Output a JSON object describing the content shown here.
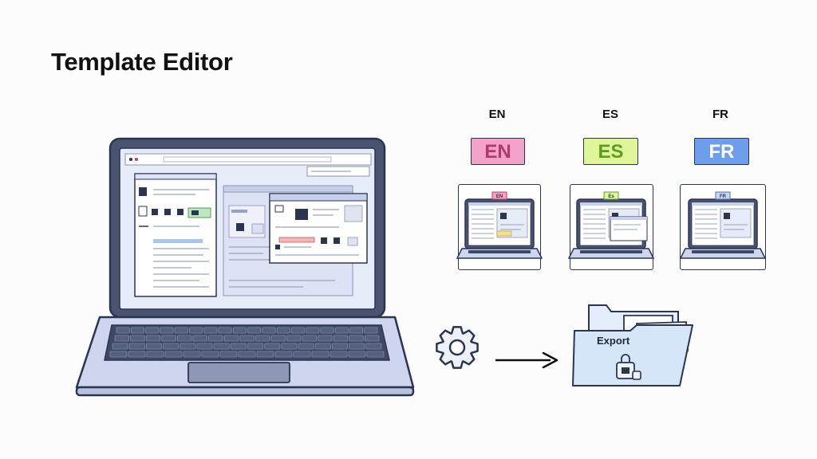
{
  "page": {
    "title": "Template Editor"
  },
  "languages": [
    {
      "code": "EN",
      "badge": "EN",
      "thumb_tag": "EN"
    },
    {
      "code": "ES",
      "badge": "ES",
      "thumb_tag": "Es"
    },
    {
      "code": "FR",
      "badge": "FR",
      "thumb_tag": "FR"
    }
  ],
  "export": {
    "label": "Export"
  },
  "icons": {
    "settings": "gear-icon",
    "arrow": "arrow-right-icon",
    "folder": "folder-icon",
    "package": "package-icon"
  },
  "colors": {
    "outline": "#2b3550",
    "laptop_fill": "#cdd6ee",
    "screen_fill": "#e6ebf8",
    "en_badge": "#f2a2c4",
    "es_badge": "#def59a",
    "fr_badge": "#6f9ded",
    "folder_fill": "#d6e6f9"
  }
}
